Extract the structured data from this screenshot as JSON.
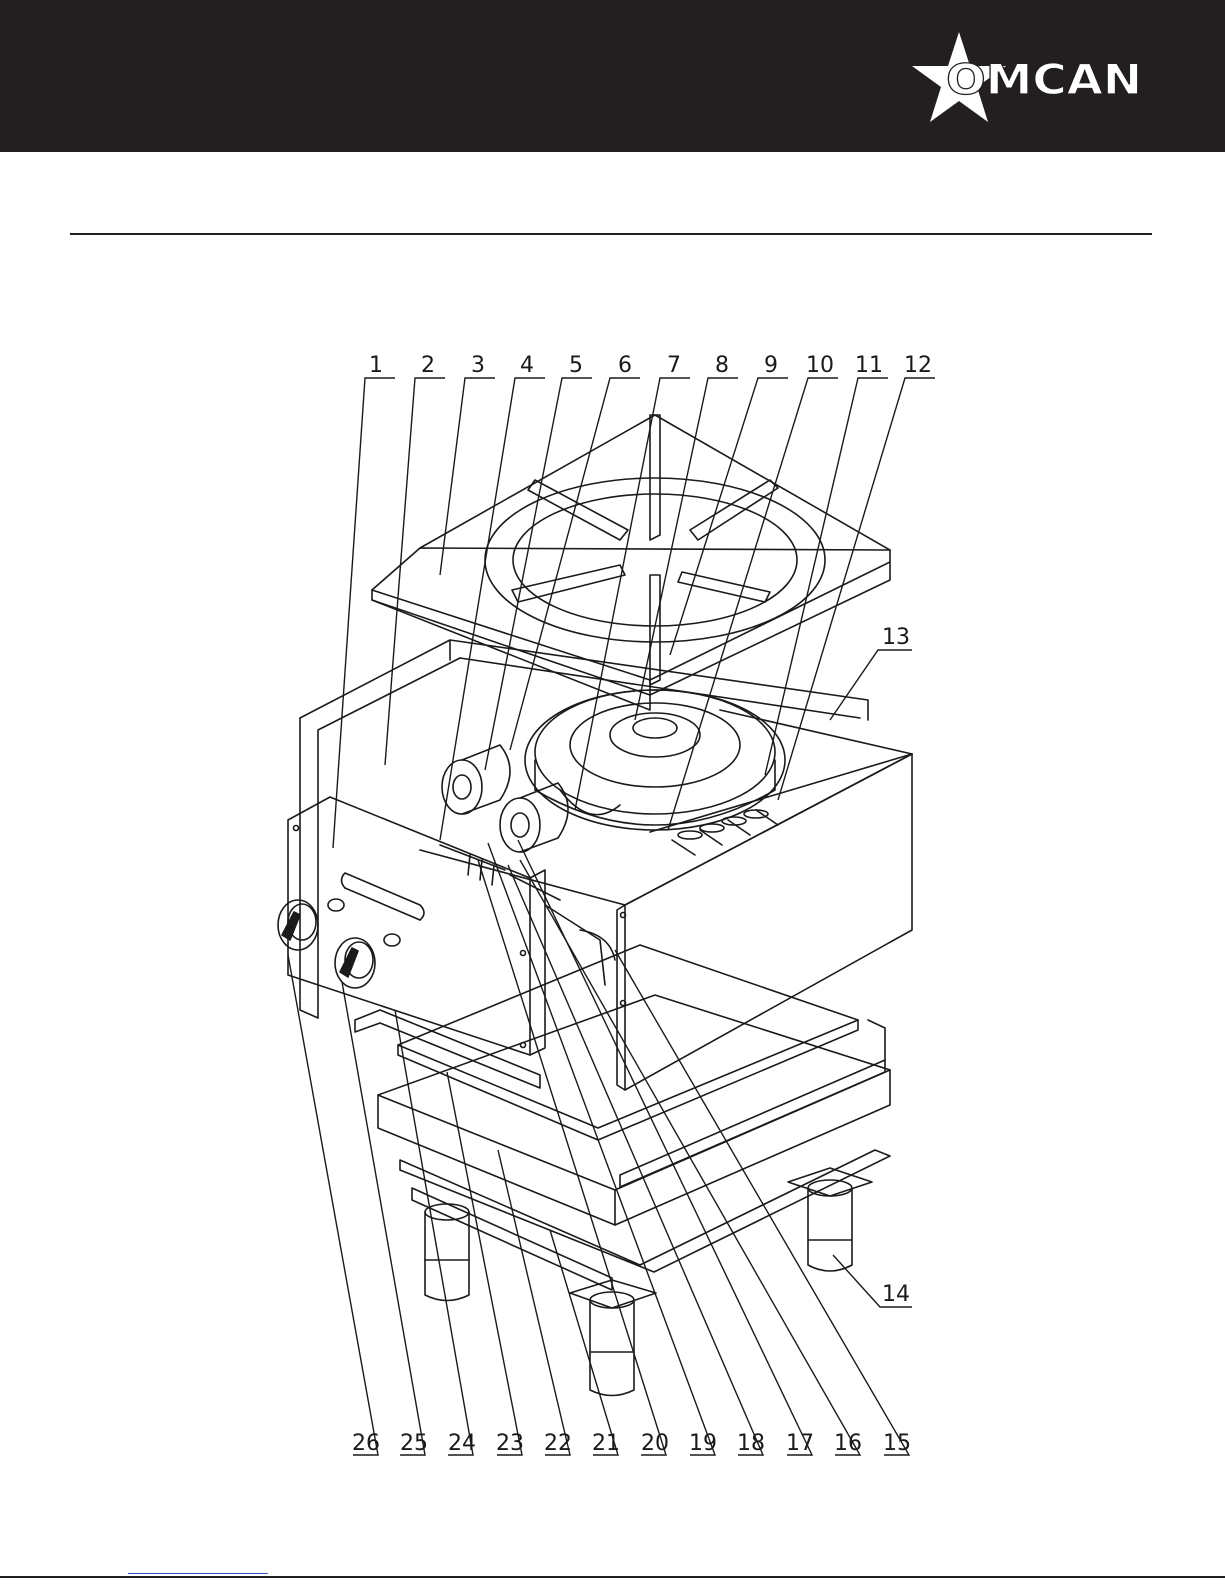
{
  "header": {
    "brand_name": "OMCAN",
    "colors": {
      "bar": "#231f20",
      "logo": "#ffffff"
    },
    "logo_icon": "star-logo-icon"
  },
  "diagram": {
    "top_callouts": [
      "1",
      "2",
      "3",
      "4",
      "5",
      "6",
      "7",
      "8",
      "9",
      "10",
      "11",
      "12"
    ],
    "right_callouts": [
      "13",
      "14"
    ],
    "bottom_callouts": [
      "26",
      "25",
      "24",
      "23",
      "22",
      "21",
      "20",
      "19",
      "18",
      "17",
      "16",
      "15"
    ]
  }
}
